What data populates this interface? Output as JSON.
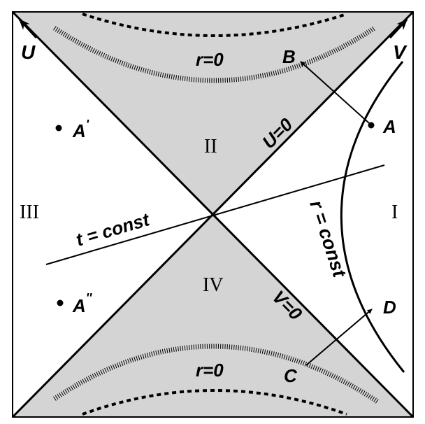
{
  "labels": {
    "axis_u": "U",
    "axis_v": "V",
    "horizon_u0": "U=0",
    "horizon_v0": "V=0",
    "r0_top": "r=0",
    "r0_bottom": "r=0",
    "t_const": "t = const",
    "r_const": "r = const",
    "region_1": "I",
    "region_2": "II",
    "region_3": "III",
    "region_4": "IV",
    "point_a": "A",
    "point_a_prime": "A",
    "point_a_prime_mark": "'",
    "point_a_dprime": "A",
    "point_a_dprime_mark": "''",
    "point_b": "B",
    "point_c": "C",
    "point_d": "D"
  },
  "colors": {
    "shaded_region": "#d4d4d4",
    "ink": "#000000",
    "background": "#ffffff"
  }
}
